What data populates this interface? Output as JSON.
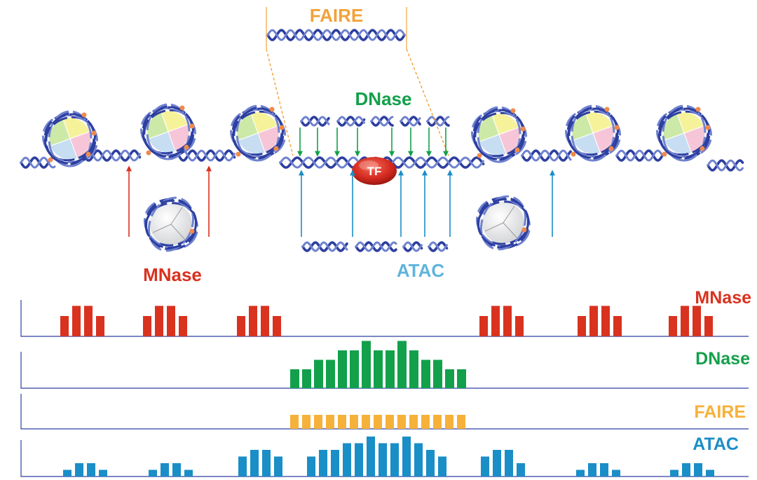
{
  "labels": {
    "faire": "FAIRE",
    "dnase": "DNase",
    "mnase": "MNase",
    "atac": "ATAC",
    "tf": "TF"
  },
  "tracks": {
    "mnase": "MNase",
    "dnase": "DNase",
    "faire": "FAIRE",
    "atac": "ATAC"
  },
  "colors": {
    "mnase": "#d9321f",
    "dnase": "#13a04b",
    "faire": "#f6b13a",
    "atac": "#1a8ec7",
    "dna": "#2d3fa0",
    "tf": "#d42a20"
  },
  "chart_data": {
    "type": "bar",
    "series": [
      {
        "name": "MNase",
        "values": [
          [
            2,
            3,
            3,
            2
          ],
          [
            2,
            3,
            3,
            2
          ],
          [
            2,
            3,
            3,
            2
          ],
          [
            2,
            3,
            3,
            2
          ],
          [
            2,
            3,
            3,
            2
          ],
          [
            2,
            3,
            3,
            2
          ]
        ]
      },
      {
        "name": "DNase",
        "values": [
          2,
          2,
          3,
          3,
          4,
          4,
          5,
          4,
          4,
          5,
          4,
          3,
          3,
          2,
          2
        ]
      },
      {
        "name": "FAIRE",
        "values": [
          1,
          1,
          1,
          1,
          1,
          1,
          1,
          1,
          1,
          1,
          1,
          1,
          1,
          1,
          1
        ]
      },
      {
        "name": "ATAC",
        "values": [
          [
            1,
            2,
            2,
            1
          ],
          [
            1,
            2,
            2,
            1
          ],
          [
            3,
            4,
            4,
            3
          ],
          [
            3,
            4,
            4,
            5,
            5,
            6,
            5,
            5,
            6,
            5,
            4,
            3
          ],
          [
            3,
            4,
            4,
            2
          ],
          [
            1,
            2,
            2,
            1
          ],
          [
            1,
            2,
            2,
            1
          ]
        ]
      }
    ]
  }
}
